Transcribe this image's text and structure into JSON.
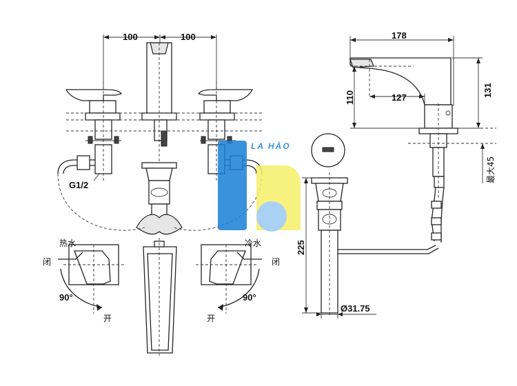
{
  "dimensions": {
    "left_spacing": "100",
    "right_spacing": "100",
    "total_length": "178",
    "height_110": "110",
    "reach_127": "127",
    "height_131": "131",
    "max_thickness": "最大45",
    "drain_length": "225",
    "drain_diameter": "Ø31.75",
    "thread_size": "G1/2"
  },
  "labels": {
    "hot_water": "热水",
    "cold_water": "冷水",
    "close_left": "闭",
    "close_right": "闭",
    "open_left": "开",
    "open_right": "开",
    "angle_left": "90°",
    "angle_right": "90°"
  },
  "watermark": {
    "text": "LA HÀO",
    "colors": {
      "blue": "#1a7fd6",
      "light_blue": "#9cc9f2",
      "yellow": "#f6ef6a"
    }
  }
}
